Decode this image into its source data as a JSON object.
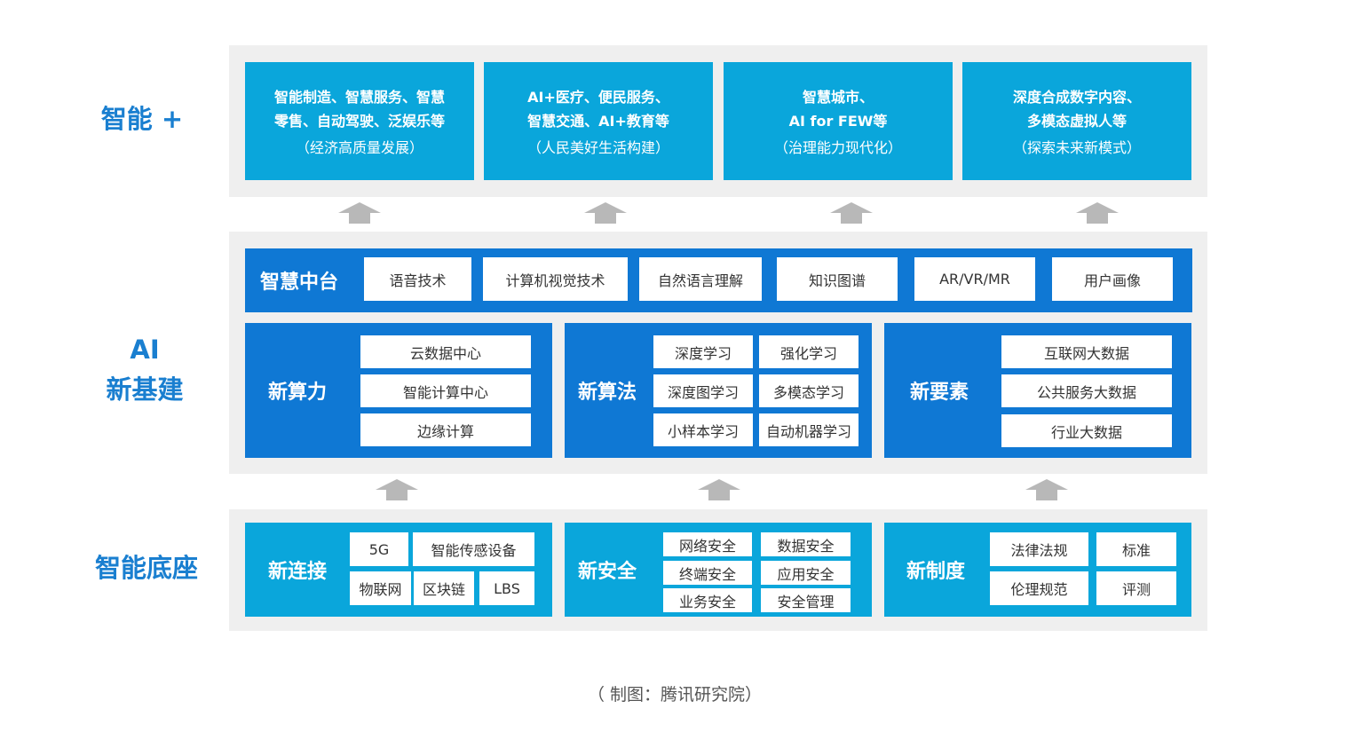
{
  "side_labels": {
    "smart_plus": "智能 +",
    "ai_infra": "AI\n新基建",
    "smart_base": "智能底座"
  },
  "top_cards": [
    {
      "main": "智能制造、智慧服务、智慧\n零售、自动驾驶、泛娱乐等",
      "sub": "（经济高质量发展）"
    },
    {
      "main": "AI+医疗、便民服务、\n智慧交通、AI+教育等",
      "sub": "（人民美好生活构建）"
    },
    {
      "main": "智慧城市、\nAI for FEW等",
      "sub": "（治理能力现代化）"
    },
    {
      "main": "深度合成数字内容、\n多模态虚拟人等",
      "sub": "（探索未来新模式）"
    }
  ],
  "platform": {
    "title": "智慧中台",
    "items": [
      "语音技术",
      "计算机视觉技术",
      "自然语言理解",
      "知识图谱",
      "AR/VR/MR",
      "用户画像"
    ]
  },
  "infra": {
    "compute": {
      "title": "新算力",
      "items": [
        "云数据中心",
        "智能计算中心",
        "边缘计算"
      ]
    },
    "algorithm": {
      "title": "新算法",
      "items": [
        "深度学习",
        "强化学习",
        "深度图学习",
        "多模态学习",
        "小样本学习",
        "自动机器学习"
      ]
    },
    "elements": {
      "title": "新要素",
      "items": [
        "互联网大数据",
        "公共服务大数据",
        "行业大数据"
      ]
    }
  },
  "base": {
    "connect": {
      "title": "新连接",
      "items": [
        "5G",
        "智能传感设备",
        "物联网",
        "区块链",
        "LBS"
      ]
    },
    "security": {
      "title": "新安全",
      "items": [
        "网络安全",
        "数据安全",
        "终端安全",
        "应用安全",
        "业务安全",
        "安全管理"
      ]
    },
    "system": {
      "title": "新制度",
      "items": [
        "法律法规",
        "标准",
        "伦理规范",
        "评测"
      ]
    }
  },
  "caption": "（ 制图：腾讯研究院）",
  "colors": {
    "cyan": "#0aa6db",
    "blue": "#0f78d4",
    "label_blue": "#1a7fd0",
    "layer_bg": "#efefef",
    "arrow": "#b8b8b8"
  }
}
